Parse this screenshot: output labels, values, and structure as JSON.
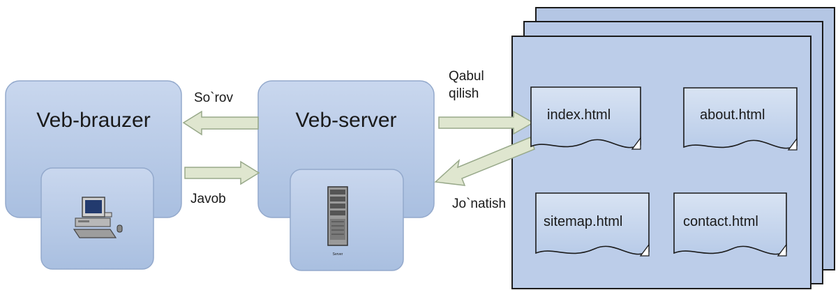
{
  "nodes": {
    "browser": {
      "title": "Veb-brauzer",
      "icon": "computer-icon"
    },
    "server": {
      "title": "Veb-server",
      "icon": "server-tower-icon",
      "icon_caption": "Server"
    }
  },
  "arrows": {
    "request": "So`rov",
    "response": "Javob",
    "receive_line1": "Qabul",
    "receive_line2": "qilish",
    "send": "Jo`natish"
  },
  "files": [
    {
      "name": "index.html"
    },
    {
      "name": "about.html"
    },
    {
      "name": "sitemap.html"
    },
    {
      "name": "contact.html"
    }
  ],
  "colors": {
    "box_fill": "#b9cbe6",
    "box_stroke": "#8fa6c9",
    "doc_fill": "#c8d7ee",
    "arrow_fill": "#dfe6cf",
    "arrow_stroke": "#98a98a",
    "stack_fill": "#bacbe8",
    "stack_stroke": "#1b1b1b"
  }
}
